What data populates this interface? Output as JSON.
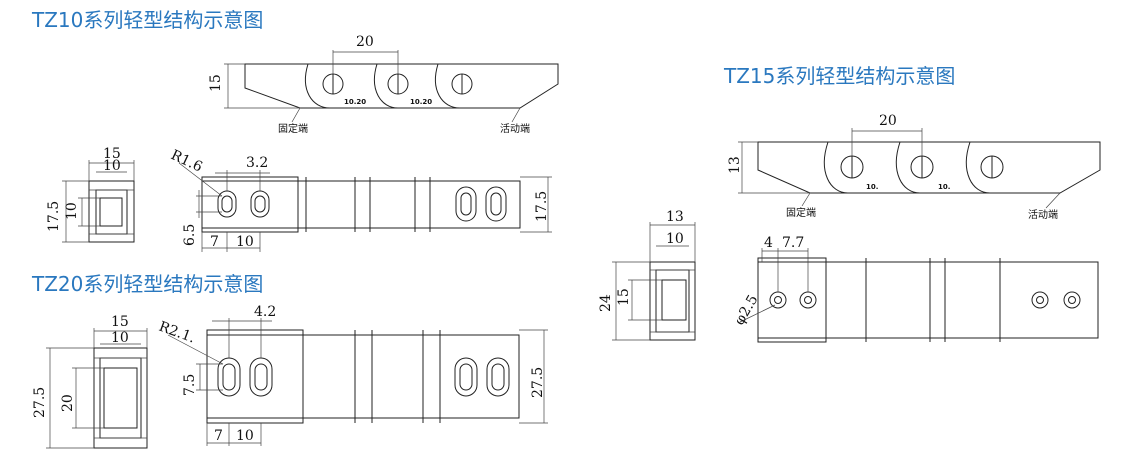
{
  "titles": {
    "tz10": "TZ10系列轻型结构示意图",
    "tz20": "TZ20系列轻型结构示意图",
    "tz15": "TZ15系列轻型结构示意图"
  },
  "labels": {
    "fixed_end": "固定端",
    "moving_end": "活动端",
    "tz10_link_mark_1": "10.20",
    "tz10_link_mark_2": "10.20",
    "tz15_link_mark_1": "10.",
    "tz15_link_mark_2": "10."
  },
  "dimensions": {
    "tz10": {
      "pitch": "20",
      "height_side": "15",
      "width_outer": "15",
      "width_inner": "10",
      "height_outer": "17.5",
      "height_inner": "10",
      "radius": "R1.6",
      "hole_spacing": "3.2",
      "hole_height": "6.5",
      "bottom_a": "7",
      "bottom_b": "10",
      "right_height": "17.5"
    },
    "tz20": {
      "width_outer": "15",
      "width_inner": "10",
      "height_outer": "27.5",
      "height_inner": "20",
      "radius": "R2.1.",
      "hole_spacing": "4.2",
      "hole_height": "7.5",
      "bottom_a": "7",
      "bottom_b": "10",
      "right_height": "27.5"
    },
    "tz15": {
      "pitch": "20",
      "height_side": "13",
      "width_outer": "13",
      "width_inner": "10",
      "height_outer": "24",
      "height_inner": "15",
      "dim_a": "4",
      "dim_b": "7.7",
      "diameter": "φ2.5"
    }
  }
}
